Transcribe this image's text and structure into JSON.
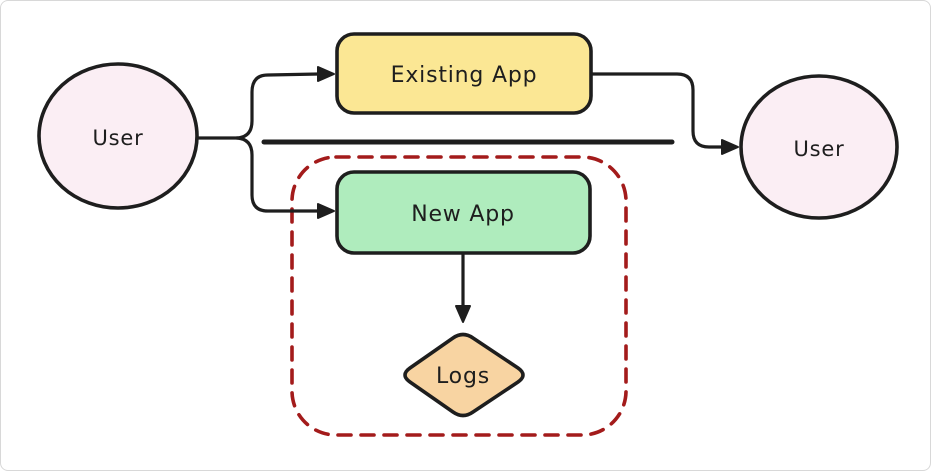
{
  "frame": {
    "background": "#ffffff",
    "border_color": "#d8d8d8"
  },
  "diagram": {
    "stroke_color": "#1e1e1e",
    "text_color": "#1e1e1e",
    "nodes": {
      "user_left": {
        "label": "User",
        "shape": "circle",
        "fill": "#fbeef4"
      },
      "existing_app": {
        "label": "Existing App",
        "shape": "rounded-rectangle",
        "fill": "#fbe794"
      },
      "new_app": {
        "label": "New App",
        "shape": "rounded-rectangle",
        "fill": "#afecbd"
      },
      "logs": {
        "label": "Logs",
        "shape": "diamond",
        "fill": "#f8d4a2"
      },
      "user_right": {
        "label": "User",
        "shape": "circle",
        "fill": "#fbeef4"
      }
    },
    "container": {
      "purpose": "boundary around new app and logs",
      "style": "dashed",
      "color": "#a31b1b"
    },
    "edges": [
      {
        "from": "user_left",
        "to": "existing_app",
        "arrow": true
      },
      {
        "from": "user_left",
        "to": "new_app",
        "arrow": true
      },
      {
        "from": "user_left",
        "to": "user_right",
        "arrow": false
      },
      {
        "from": "existing_app",
        "to": "user_right",
        "arrow": true
      },
      {
        "from": "new_app",
        "to": "logs",
        "arrow": true
      }
    ]
  }
}
